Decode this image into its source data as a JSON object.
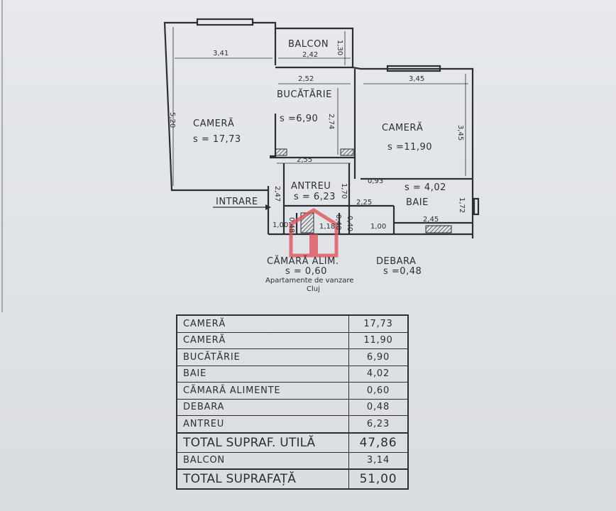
{
  "rooms": {
    "camera1": {
      "name": "CAMERĂ",
      "area": "s = 17,73"
    },
    "camera2": {
      "name": "CAMERĂ",
      "area": "s =11,90"
    },
    "bucatarie": {
      "name": "BUCĂTĂRIE",
      "area": "s =6,90"
    },
    "balcon": {
      "name": "BALCON"
    },
    "antreu": {
      "name": "ANTREU",
      "area": "s = 6,23"
    },
    "baie": {
      "name": "BAIE",
      "area": "s = 4,02"
    },
    "camara": {
      "name": "CĂMARĂ ALIM.",
      "area": "s = 0,60"
    },
    "debara": {
      "name": "DEBARA",
      "area": "s =0,48"
    },
    "intrare": "INTRARE"
  },
  "dimensions": {
    "d1": "3,41",
    "d2": "5,20",
    "d3": "2,42",
    "d4": "1,30",
    "d5": "2,52",
    "d6": "2,74",
    "d7": "2,55",
    "d8": "3,45",
    "d9": "3,45",
    "d10": "0,93",
    "d11": "2,47",
    "d12": "1,70",
    "d13": "2,25",
    "d14": "2,45",
    "d15": "1,72",
    "d16": "1,00",
    "d17": "1,18",
    "d18": "0,40",
    "d19": "1,00",
    "d20": "0,48",
    "d21": "0,40"
  },
  "watermark": {
    "line1": "Apartamente de vanzare",
    "line2": "Cluj"
  },
  "table": {
    "rows": [
      {
        "label": "CAMERĂ",
        "value": "17,73"
      },
      {
        "label": "CAMERĂ",
        "value": "11,90"
      },
      {
        "label": "BUCĂTĂRIE",
        "value": "6,90"
      },
      {
        "label": "BAIE",
        "value": "4,02"
      },
      {
        "label": "CĂMARĂ  ALIMENTE",
        "value": "0,60"
      },
      {
        "label": "DEBARA",
        "value": "0,48"
      },
      {
        "label": "ANTREU",
        "value": "6,23"
      },
      {
        "label": "TOTAL SUPRAF. UTILĂ",
        "value": "47,86"
      },
      {
        "label": "BALCON",
        "value": "3,14"
      },
      {
        "label": "TOTAL SUPRAFAȚĂ",
        "value": "51,00"
      }
    ]
  },
  "colors": {
    "ink": "#2b2e33",
    "watermark": "#e0535a"
  }
}
